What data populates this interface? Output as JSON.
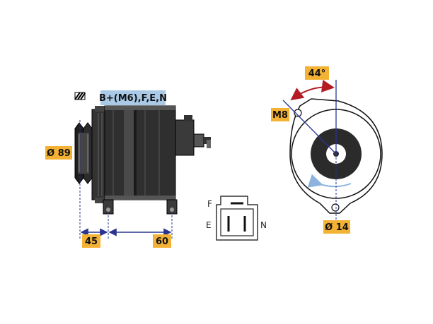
{
  "colors": {
    "label_bg": "#f3b234",
    "terminal_bg": "#a9c9e7",
    "dimension": "#2a3591",
    "arrow_red": "#b41c24",
    "body_dark": "#2f2f2f",
    "body_mid": "#5a5a5a",
    "pulley_dark": "#1a1a1a",
    "rotation": "#8cb4de"
  },
  "labels": {
    "terminal": "B+(M6),F,E,N",
    "diameter": "Ø 89",
    "dim_45": "45",
    "dim_60": "60",
    "angle": "44°",
    "bolt": "M8",
    "hole": "Ø 14"
  },
  "connector": {
    "pin_f": "F",
    "pin_e": "E",
    "pin_n": "N"
  },
  "icons": {
    "hatch": "hatch-icon",
    "rotation": "rotation-arrow-icon"
  }
}
